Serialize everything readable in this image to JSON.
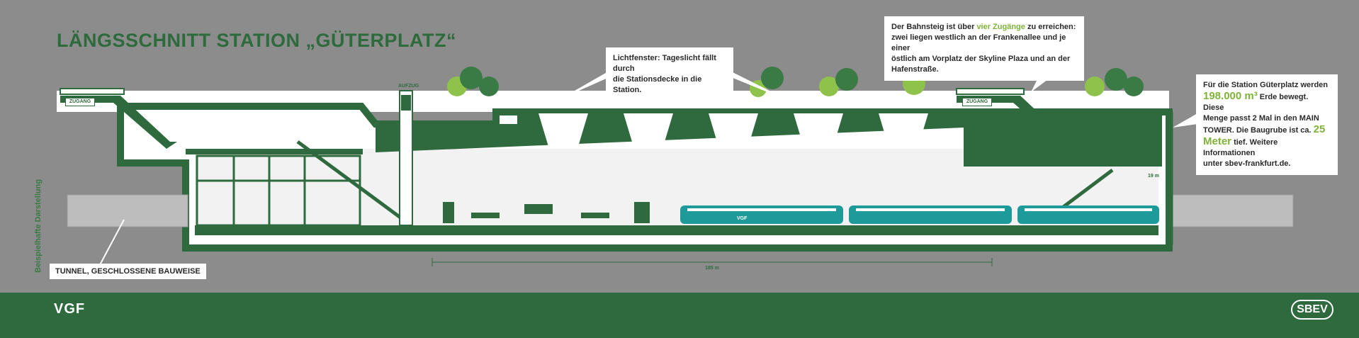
{
  "title": "LÄNGSSCHNITT STATION „GÜTERPLATZ“",
  "callouts": {
    "skylight": {
      "line1": "Lichtfenster: Tageslicht fällt durch",
      "line2": "die Stationsdecke in die Station."
    },
    "access": {
      "l1a": "Der Bahnsteig ist über ",
      "l1hl": "vier Zugänge",
      "l1b": " zu erreichen:",
      "l2": "zwei liegen westlich an der Frankenallee und je einer",
      "l3": "östlich am Vorplatz der Skyline Plaza und an der",
      "l4": "Hafenstraße."
    },
    "earth": {
      "l1": "Für die Station Güterplatz werden",
      "l2hl": "198.000 m³",
      "l2b": " Erde bewegt. Diese",
      "l3": "Menge passt 2 Mal in den MAIN",
      "l4a": "TOWER. Die Baugrube ist ca. ",
      "l4hl": "25",
      "l5hl": "Meter",
      "l5b": " tief. Weitere Informationen",
      "l6": "unter sbev-frankfurt.de."
    }
  },
  "tunnel_label": "TUNNEL, GESCHLOSSENE BAUWEISE",
  "side_label": "Beispielhafte Darstellung",
  "signs": {
    "zugang_left": "ZUGANG",
    "zugang_right": "ZUGANG",
    "aufzug": "AUFZUG"
  },
  "dimensions": {
    "length": "185 m",
    "depth": "19 m"
  },
  "train_logo": "VGF",
  "logos": {
    "vgf": "VGF",
    "sbev": "SBEV"
  },
  "colors": {
    "background": "#8c8c8c",
    "structure_green": "#2f6a3f",
    "tree_light": "#8fc24a",
    "tree_dark": "#3a7a44",
    "train_teal": "#1f9a9a",
    "highlight": "#7fb33a"
  }
}
